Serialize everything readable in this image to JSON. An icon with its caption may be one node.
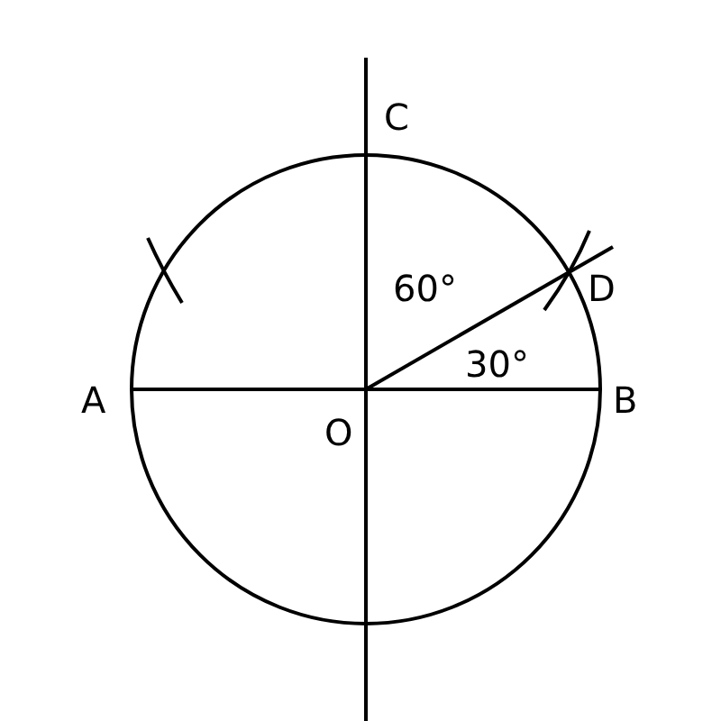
{
  "diagram": {
    "labels": [
      "C",
      "60°",
      "D",
      "A",
      "30°",
      "B",
      "O"
    ]
  }
}
